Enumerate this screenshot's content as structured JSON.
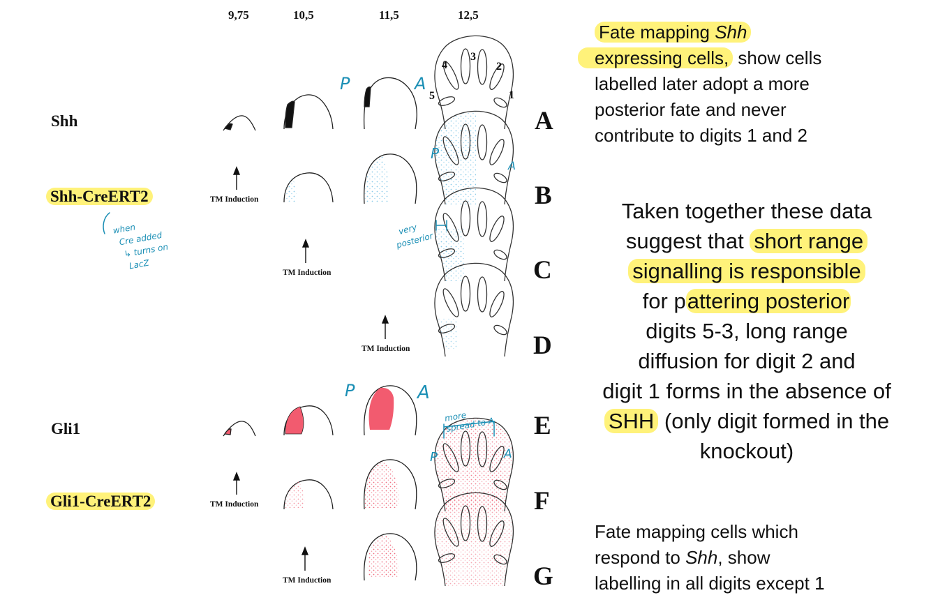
{
  "stages": [
    "9,75",
    "10,5",
    "11,5",
    "12,5"
  ],
  "genes": {
    "shh": "Shh",
    "shh_creert2": "Shh-CreERT2",
    "gli1": "Gli1",
    "gli1_creert2": "Gli1-CreERT2"
  },
  "row_letters": [
    "A",
    "B",
    "C",
    "D",
    "E",
    "F",
    "G"
  ],
  "digit_numbers": [
    "1",
    "2",
    "3",
    "4",
    "5"
  ],
  "tm_induction_label": "TM Induction",
  "notes": {
    "top": {
      "line1_pre": "Fate mapping ",
      "line1_italic": "Shh",
      "line2_hl": "expressing cells,",
      "line2_rest": " show cells",
      "line3": "labelled later adopt a more",
      "line4": "posterior fate and never",
      "line5": "contribute to digits 1 and 2"
    },
    "middle": {
      "l1": "Taken together these data",
      "l2_pre": "suggest that ",
      "l2_hl": "short range",
      "l3_hl": "signalling is responsible",
      "l4_pre": "for p",
      "l4_hl": "attering posterior",
      "l5": "digits 5-3, long range",
      "l6": "diffusion for digit 2 and",
      "l7": "digit 1 forms in the absence of",
      "l8_hl": "SHH",
      "l8_rest": " (only digit formed in the",
      "l9": "knockout)"
    },
    "bottom": {
      "line1": "Fate mapping cells which",
      "line2_pre": "respond to ",
      "line2_italic": "Shh",
      "line2_rest": ", show",
      "line3": "labelling in all digits except 1"
    }
  },
  "handwritten": {
    "p": "P",
    "a": "A",
    "when_cre_l1": "when",
    "when_cre_l2": "Cre added",
    "when_cre_l3": "↳ turns on",
    "when_cre_l4": "LacZ",
    "very_l1": "very",
    "very_l2": "posterior",
    "more_l1": "more",
    "more_l2": "spread to A"
  },
  "colors": {
    "highlight": "#fff27a",
    "shh_lineage": "#a8d8ef",
    "gli1_expression": "#f25b6f",
    "gli1_lineage": "#f4a3ae",
    "handwriting": "#1b8fb5"
  }
}
